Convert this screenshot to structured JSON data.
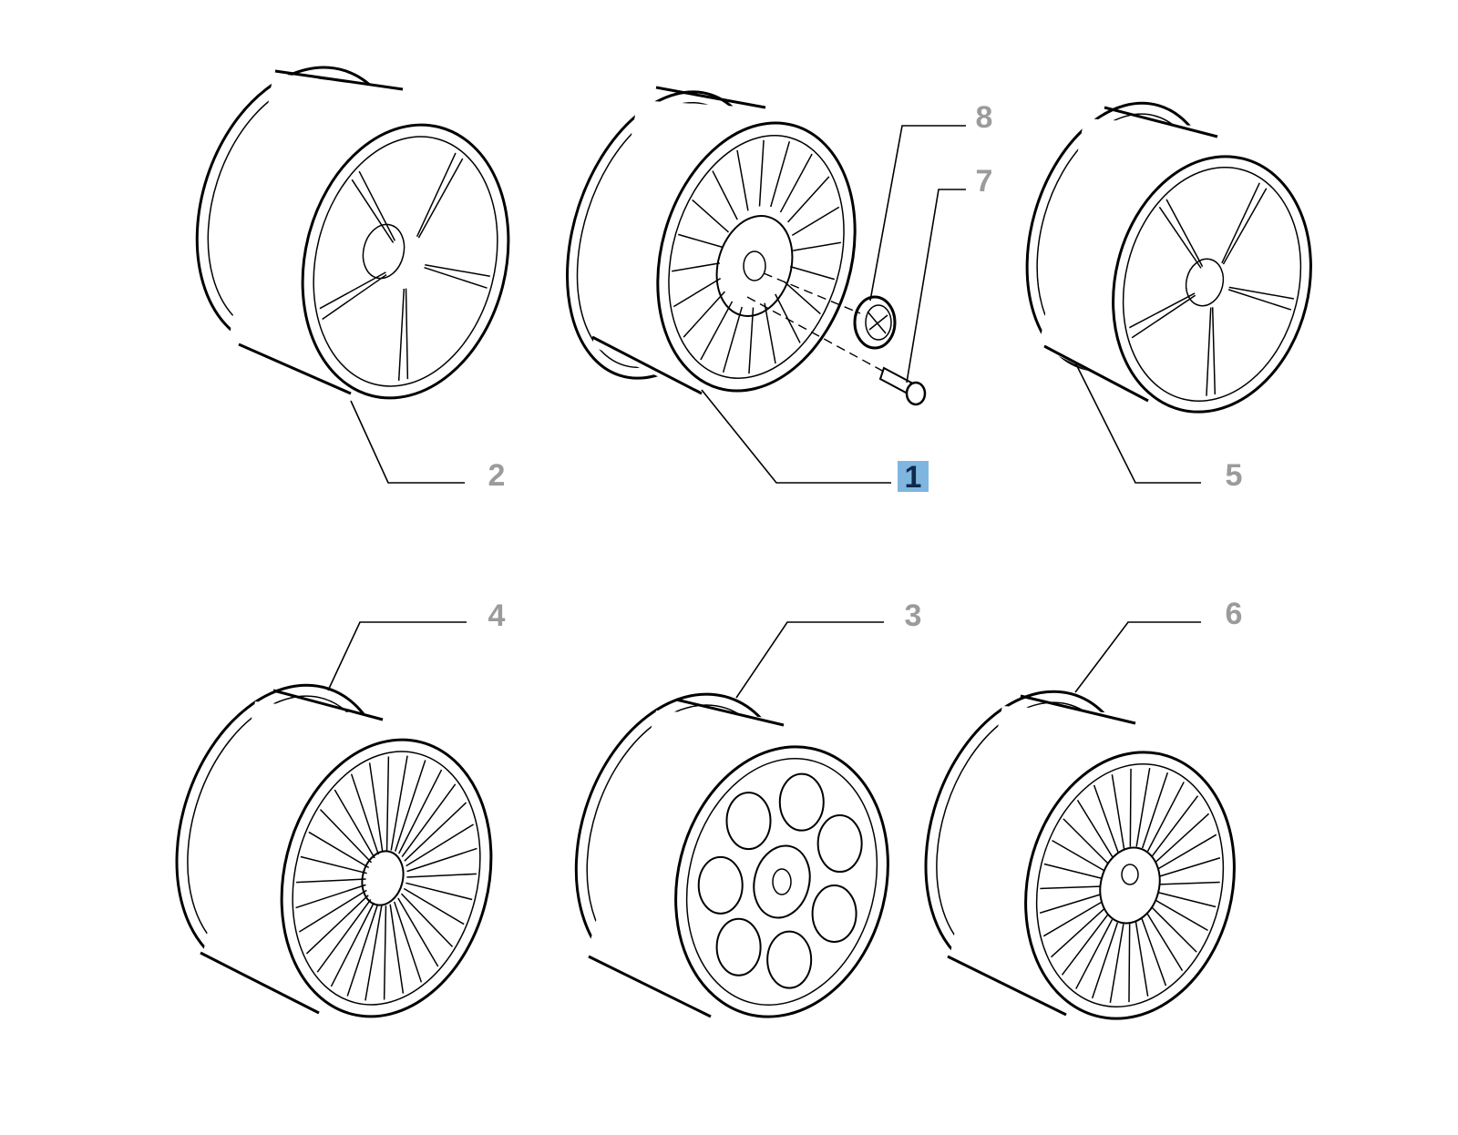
{
  "diagram": {
    "callouts": [
      {
        "id": "1",
        "label": "1",
        "highlighted": true
      },
      {
        "id": "2",
        "label": "2",
        "highlighted": false
      },
      {
        "id": "3",
        "label": "3",
        "highlighted": false
      },
      {
        "id": "4",
        "label": "4",
        "highlighted": false
      },
      {
        "id": "5",
        "label": "5",
        "highlighted": false
      },
      {
        "id": "6",
        "label": "6",
        "highlighted": false
      },
      {
        "id": "7",
        "label": "7",
        "highlighted": false
      },
      {
        "id": "8",
        "label": "8",
        "highlighted": false
      }
    ],
    "colors": {
      "callout_text": "#9b9b9b",
      "highlight_fill": "#7fb6df",
      "highlight_text": "#0e2a4a",
      "line": "#000000",
      "background": "#ffffff"
    }
  }
}
